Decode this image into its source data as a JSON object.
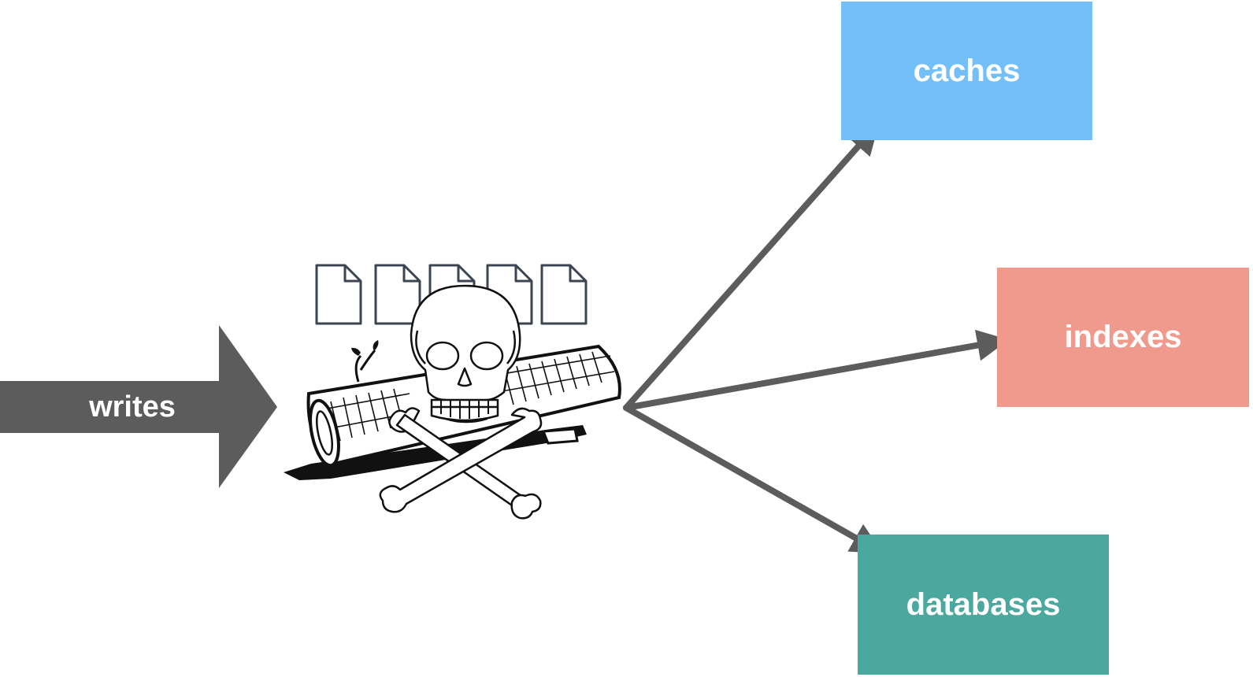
{
  "input": {
    "label": "writes"
  },
  "targets": [
    {
      "label": "caches",
      "color": "#73bffa"
    },
    {
      "label": "indexes",
      "color": "#f09a8e"
    },
    {
      "label": "databases",
      "color": "#4aa89e"
    }
  ],
  "colors": {
    "arrow": "#5c5c5c",
    "doc_stroke": "#3b4450"
  },
  "icons": [
    "document-icon",
    "log-icon",
    "skull-and-crossbones-icon"
  ]
}
